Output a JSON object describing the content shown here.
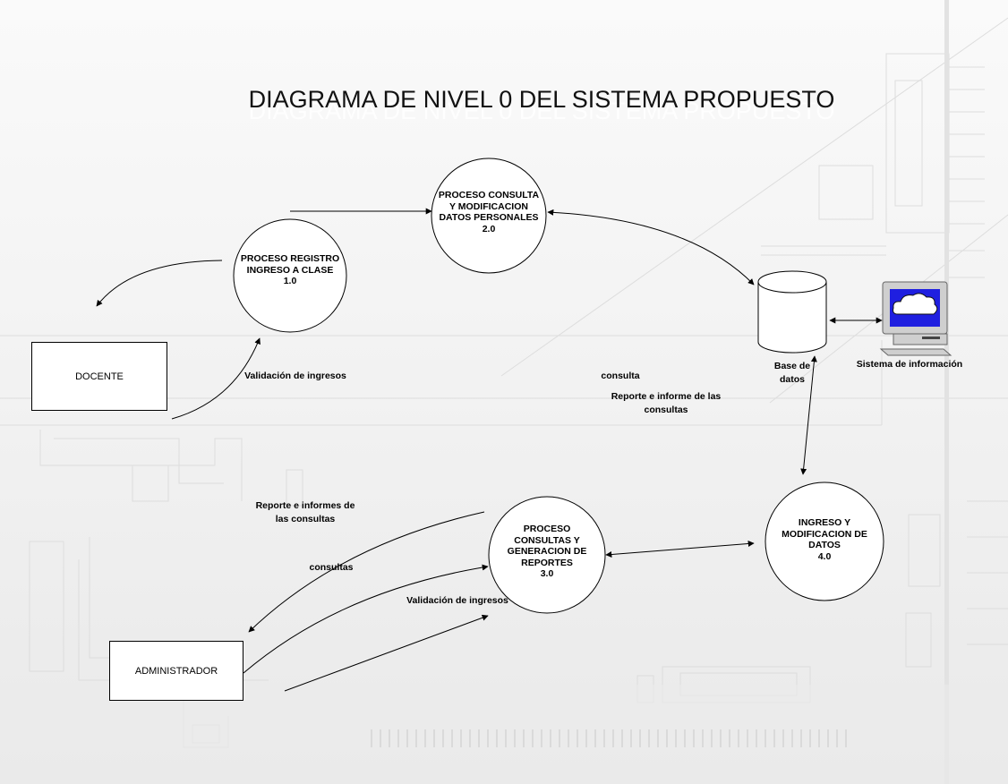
{
  "diagram": {
    "title": "DIAGRAMA DE NIVEL 0 DEL SISTEMA PROPUESTO",
    "processes": [
      {
        "id": "p1",
        "lines": [
          "PROCESO REGISTRO",
          "INGRESO A CLASE",
          "1.0"
        ]
      },
      {
        "id": "p2",
        "lines": [
          "PROCESO CONSULTA",
          "Y MODIFICACION",
          "DATOS PERSONALES",
          "2.0"
        ]
      },
      {
        "id": "p3",
        "lines": [
          "PROCESO",
          "CONSULTAS Y",
          "GENERACION DE",
          "REPORTES",
          "3.0"
        ]
      },
      {
        "id": "p4",
        "lines": [
          "INGRESO Y",
          "MODIFICACION DE",
          "DATOS",
          "4.0"
        ]
      }
    ],
    "entities": {
      "docente": "DOCENTE",
      "administrador": "ADMINISTRADOR"
    },
    "datastore": {
      "lines": [
        "Base de",
        "datos"
      ]
    },
    "system": {
      "label": "Sistema de información"
    },
    "flows": {
      "validacion_1": "Validación de ingresos",
      "consulta": "consulta",
      "reporte_consultas": [
        "Reporte e informe de las",
        "consultas"
      ],
      "reporte_informes": [
        "Reporte e informes de",
        "las consultas"
      ],
      "consultas": "consultas",
      "validacion_2": "Validación de ingresos"
    }
  },
  "colors": {
    "line": "#000000",
    "screen": "#1f1fe0",
    "monitor": "#cfcfcf",
    "background_circuit": "#cfcfcf"
  }
}
